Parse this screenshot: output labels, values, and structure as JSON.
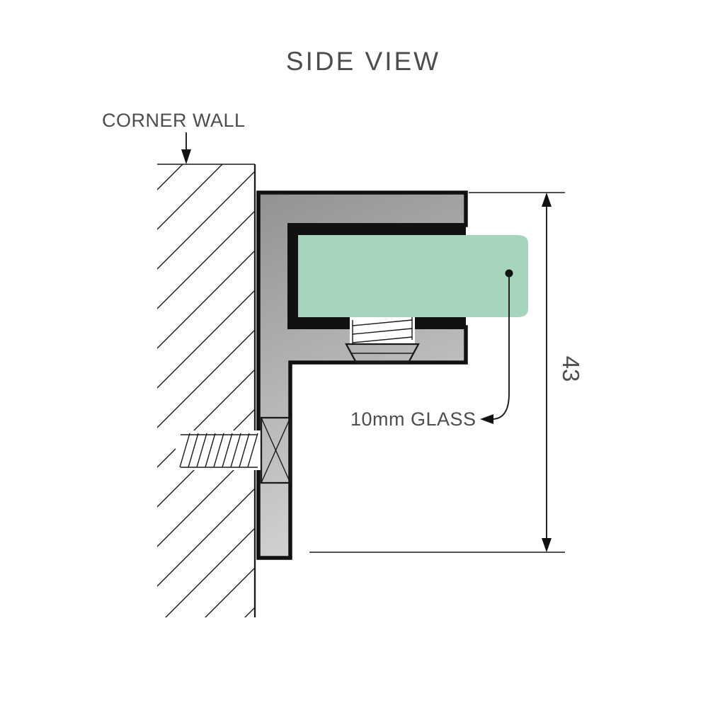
{
  "title": "SIDE VIEW",
  "labels": {
    "corner_wall": "CORNER WALL",
    "glass": "10mm GLASS"
  },
  "dimension": {
    "value": "43"
  },
  "colors": {
    "text": "#4d4d4d",
    "line": "#1a1a1a",
    "glass": "#a7d5bc",
    "bracket_dark": "#929292",
    "bracket_light": "#d3d3d3",
    "channel": "#111111",
    "background": "#ffffff"
  }
}
